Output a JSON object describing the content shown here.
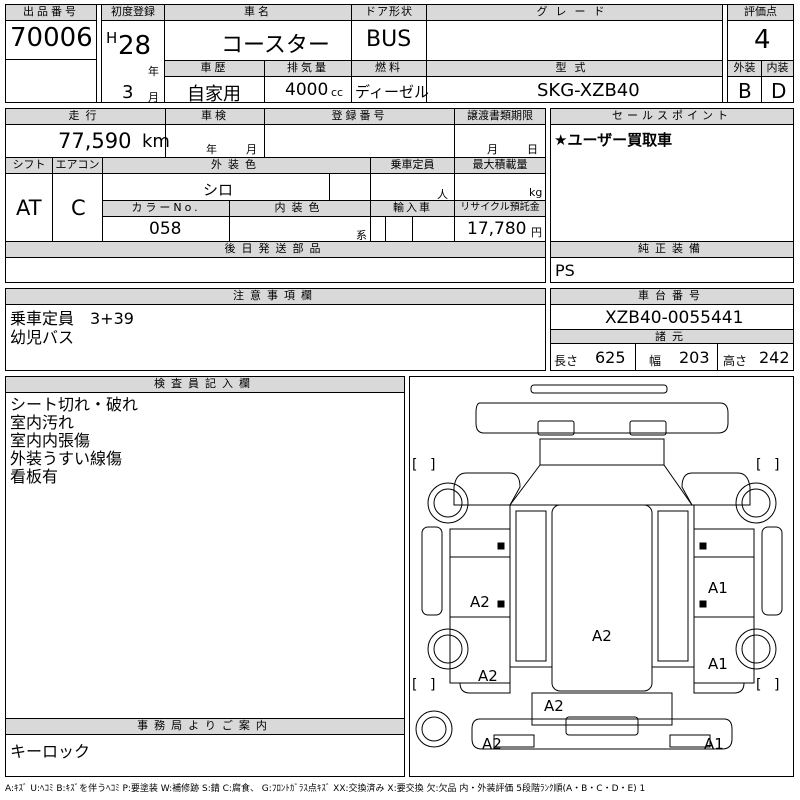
{
  "top": {
    "lot_label": "出品番号",
    "lot_value": "70006",
    "reg_label": "初度登録",
    "era": "H",
    "reg_year": "28",
    "year_unit": "年",
    "reg_month": "3",
    "month_unit": "月",
    "car_label": "車名",
    "car_value": "コースター",
    "door_label": "ドア形状",
    "door_value": "BUS",
    "grade_label": "グレード",
    "grade_value": "",
    "score_label": "評価点",
    "score_value": "4",
    "history_label": "車歴",
    "history_value": "自家用",
    "displacement_label": "排気量",
    "displacement_value": "4000",
    "displacement_unit": "cc",
    "fuel_label": "燃料",
    "fuel_value": "ディーゼル",
    "model_label": "型式",
    "model_value": "SKG-XZB40",
    "exterior_label": "外装",
    "exterior_value": "B",
    "interior_label": "内装",
    "interior_value": "D"
  },
  "second": {
    "mileage_label": "走行",
    "mileage_value": "77,590",
    "mileage_unit": "km",
    "inspection_label": "車検",
    "inspection_year_unit": "年",
    "inspection_month_unit": "月",
    "regno_label": "登録番号",
    "regno_value": "",
    "transfer_label": "譲渡書類期限",
    "transfer_month_unit": "月",
    "transfer_day_unit": "日",
    "sales_label": "セールスポイント",
    "sales_value": "★ユーザー買取車",
    "shift_label": "シフト",
    "shift_value": "AT",
    "ac_label": "エアコン",
    "ac_value": "C",
    "color_label": "外装色",
    "color_value": "シロ",
    "capacity_label": "乗車定員",
    "capacity_unit": "人",
    "load_label": "最大積載量",
    "load_unit": "kg",
    "colorno_label": "カラーNo.",
    "colorno_value": "058",
    "intcolor_label": "内装色",
    "intcolor_unit": "系",
    "import_label": "輸入車",
    "recycle_label": "リサイクル預託金",
    "recycle_value": "17,780",
    "recycle_unit": "円",
    "later_label": "後日発送部品",
    "equip_label": "純正装備",
    "equip_value": "PS"
  },
  "notes": {
    "label": "注意事項欄",
    "lines": [
      "乗車定員　3+39",
      "幼児バス"
    ]
  },
  "chassis": {
    "label": "車台番号",
    "value": "XZB40-0055441",
    "spec_label": "諸元",
    "length_label": "長さ",
    "length_value": "625",
    "width_label": "幅",
    "width_value": "203",
    "height_label": "高さ",
    "height_value": "242"
  },
  "inspector": {
    "label": "検査員記入欄",
    "lines": [
      "シート切れ・破れ",
      "室内汚れ",
      "室内内張傷",
      "外装うすい線傷",
      "看板有"
    ]
  },
  "office": {
    "label": "事務局よりご案内",
    "value": "キーロック"
  },
  "diagram_marks": {
    "bracket_open": "[",
    "bracket_close": "]",
    "left_door": "A2",
    "right_front": "A1",
    "roof": "A2",
    "right_rear": "A1",
    "left_rear": "A2",
    "rear": "A2",
    "rear_left_corner": "A2",
    "rear_right_corner": "A1"
  },
  "legend": "A:ｷｽﾞ U:ﾍｺﾐ B:ｷｽﾞを伴うﾍｺﾐ P:要塗装 W:補修跡 S:錆 C:腐食、 G:ﾌﾛﾝﾄｶﾞﾗｽ点ｷｽﾞ XX:交換済み X:要交換 欠:欠品 内・外装評価 5段階ﾗﾝｸ順(A・B・C・D・E) 1"
}
